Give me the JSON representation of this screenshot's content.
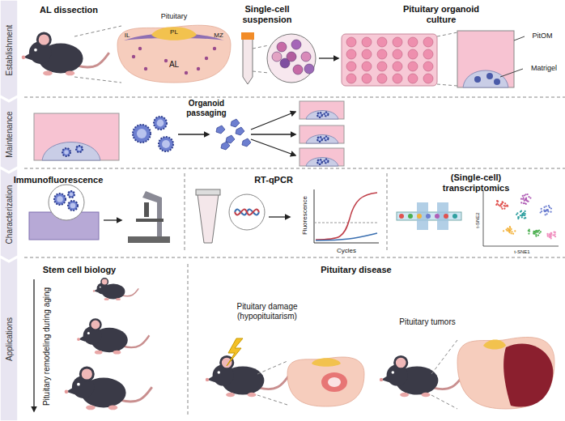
{
  "diagram": {
    "nodes": [
      {
        "text": [
          "Establishment"
        ]
      },
      {
        "text": [
          "Maintenance"
        ]
      },
      {
        "text": [
          "Characterization"
        ]
      },
      {
        "text": [
          "Applications"
        ]
      }
    ],
    "labels": [
      "AL dissection",
      "Pituitary",
      "IL",
      "PL",
      "MZ",
      "AL",
      "Single-cell suspension",
      "Pituitary organoid culture",
      "PitOM",
      "Matrigel",
      "Organoid passaging",
      "Immunofluorescence",
      "RT-qPCR",
      "Fluorescence",
      "Cycles",
      "(Single-cell) transcriptomics",
      "t-SNE2",
      "t-SNE1",
      "Stem cell biology",
      "Pituitary remodeling during aging",
      "Pituitary disease",
      "Pituitary damage (hypopituitarism)",
      "Pituitary tumors"
    ]
  }
}
